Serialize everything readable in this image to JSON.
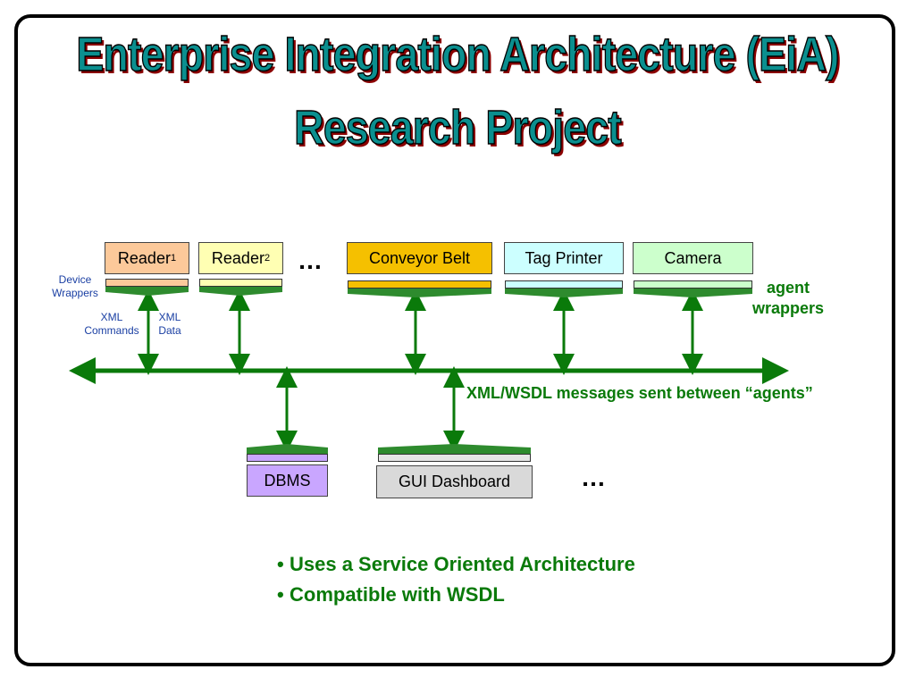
{
  "title_line1": "Enterprise Integration  Architecture (EiA)",
  "title_line2": "Research Project",
  "components_top": [
    {
      "label": "Reader",
      "sub": "1",
      "color": "#fcc99a"
    },
    {
      "label": "Reader",
      "sub": "2",
      "color": "#ffffb3"
    },
    {
      "label": "Conveyor Belt",
      "sub": "",
      "color": "#f5c000"
    },
    {
      "label": "Tag Printer",
      "sub": "",
      "color": "#ccffff"
    },
    {
      "label": "Camera",
      "sub": "",
      "color": "#ccffcc"
    }
  ],
  "components_bottom": [
    {
      "label": "DBMS",
      "color": "#c9a6ff"
    },
    {
      "label": "GUI Dashboard",
      "color": "#d9d9d9"
    }
  ],
  "ellipsis": "…",
  "device_wrappers_label": "Device Wrappers",
  "xml_commands_label": "XML Commands",
  "xml_data_label": "XML Data",
  "agent_wrappers_label": "agent wrappers",
  "bus_label": "XML/WSDL messages sent between “agents”",
  "bullets": [
    "Uses a Service Oriented Architecture",
    "Compatible with WSDL"
  ],
  "colors": {
    "bus": "#0a7a0a",
    "wrapper_green": "#2e8b2e"
  }
}
